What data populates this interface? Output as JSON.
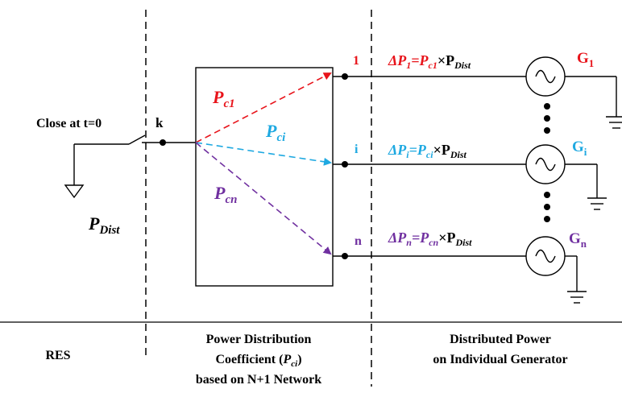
{
  "switch_label": "Close at t=0",
  "node_k": "k",
  "p_dist": {
    "sym": "P",
    "sub": "Dist"
  },
  "coefficients": {
    "c1": {
      "sym": "P",
      "sub": "c1"
    },
    "ci": {
      "sym": "P",
      "sub": "ci"
    },
    "cn": {
      "sym": "P",
      "sub": "cn"
    }
  },
  "outputs": {
    "one": {
      "node": "1",
      "delta": "ΔP",
      "delta_sub": "1",
      "eq": "=P",
      "coef_sub": "c1",
      "times": "×P",
      "dist_sub": "Dist",
      "gen": "G",
      "gen_sub": "1"
    },
    "i": {
      "node": "i",
      "delta": "ΔP",
      "delta_sub": "i",
      "eq": "=P",
      "coef_sub": "ci",
      "times": "×P",
      "dist_sub": "Dist",
      "gen": "G",
      "gen_sub": "i"
    },
    "n": {
      "node": "n",
      "delta": "ΔP",
      "delta_sub": "n",
      "eq": "=P",
      "coef_sub": "cn",
      "times": "×P",
      "dist_sub": "Dist",
      "gen": "G",
      "gen_sub": "n"
    }
  },
  "sections": {
    "res": "RES",
    "pdc_line1": "Power Distribution",
    "pdc_line2_a": "Coefficient (",
    "pdc_line2_sym": "P",
    "pdc_line2_sub": "ci",
    "pdc_line2_b": ")",
    "pdc_line3": "based on N+1 Network",
    "dist_line1": "Distributed Power",
    "dist_line2": "on Individual Generator"
  },
  "colors": {
    "c1": "#e8141b",
    "ci": "#1fa9e1",
    "cn": "#7030a0"
  }
}
